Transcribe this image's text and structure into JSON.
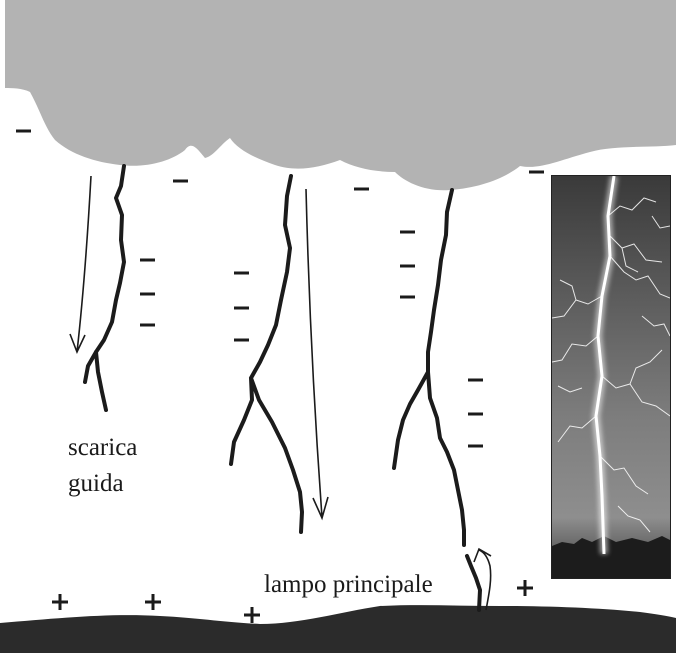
{
  "labels": {
    "guide_line1": "scarica",
    "guide_line2": "guida",
    "return_stroke": "lampo principale"
  },
  "charges": {
    "negative": "–",
    "positive": "+"
  },
  "colors": {
    "cloud": "#b3b3b3",
    "ground": "#2b2b2b",
    "leader": "#1b1b1b",
    "photo_bolt": "#ffffff"
  }
}
